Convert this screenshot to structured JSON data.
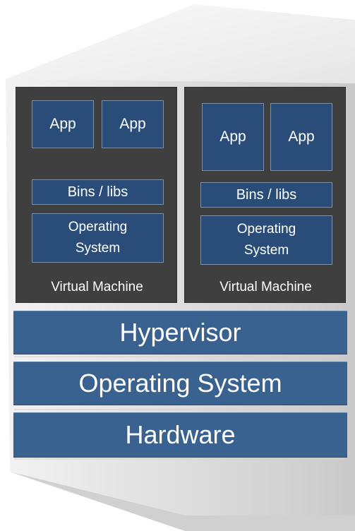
{
  "virtual_machines": [
    {
      "apps": [
        "App",
        "App"
      ],
      "bins_libs": "Bins / libs",
      "operating_system": "Operating\nSystem",
      "label": "Virtual Machine"
    },
    {
      "apps": [
        "App",
        "App"
      ],
      "bins_libs": "Bins / libs",
      "operating_system": "Operating\nSystem",
      "label": "Virtual Machine"
    }
  ],
  "layers": {
    "hypervisor": "Hypervisor",
    "operating_system": "Operating System",
    "hardware": "Hardware"
  },
  "colors": {
    "box_fill": "#294d78",
    "layer_fill": "#3a6290",
    "vm_fill": "#3f3f3f"
  }
}
